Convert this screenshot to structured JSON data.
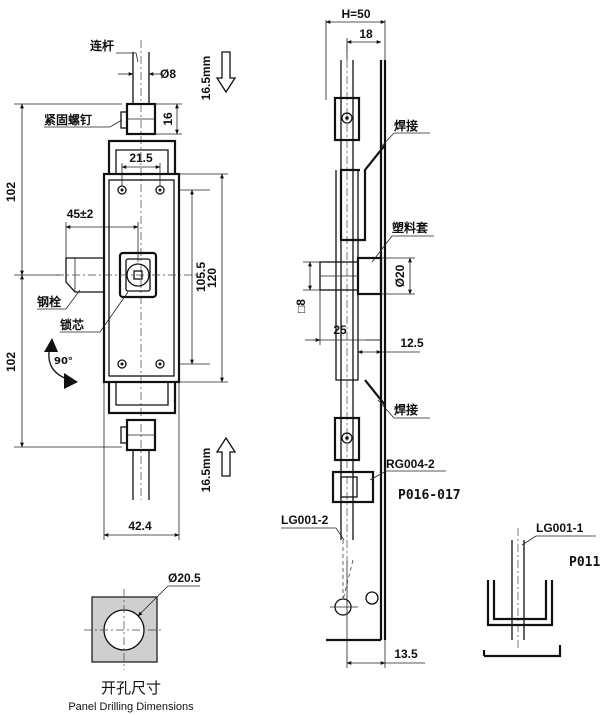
{
  "front_view": {
    "label_connecting_rod": "连杆",
    "dim_rod_dia": "Ø8",
    "dim_travel_top": "16.5mm",
    "dim_16": "16",
    "label_set_screw": "紧固螺钉",
    "dim_21_5": "21.5",
    "dim_45": "45±2",
    "dim_102_top": "102",
    "dim_105_5": "105.5",
    "dim_120": "120",
    "label_steel_bolt": "钢栓",
    "label_lock_core": "锁芯",
    "label_rotation": "90°",
    "dim_102_bottom": "102",
    "dim_travel_bottom": "16.5mm",
    "dim_42_4": "42.4"
  },
  "side_view": {
    "dim_h": "H=50",
    "dim_18": "18",
    "label_weld_top": "焊接",
    "label_plastic_sleeve": "塑料套",
    "dim_dia20": "Ø20",
    "dim_sq8": "□8",
    "dim_25": "25",
    "dim_12_5": "12.5",
    "label_weld_bottom": "焊接",
    "part_rg": "RG004-2",
    "part_p016": "P016-017",
    "part_lg2": "LG001-2",
    "dim_13_5": "13.5"
  },
  "detail_view": {
    "part_lg1": "LG001-1",
    "part_p011": "P011"
  },
  "drilling": {
    "dim_dia20_5": "Ø20.5",
    "title_cn": "开孔尺寸",
    "title_en": "Panel Drilling Dimensions"
  }
}
